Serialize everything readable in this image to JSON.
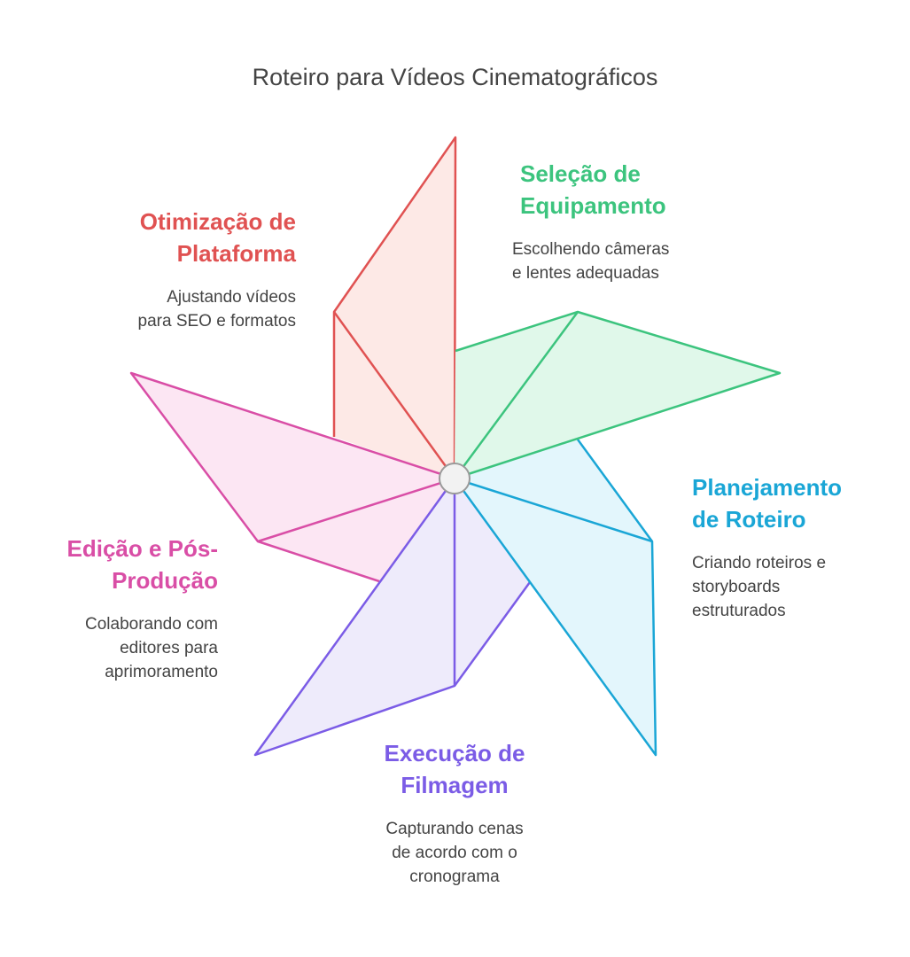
{
  "title": "Roteiro para Vídeos Cinematográficos",
  "steps": [
    {
      "title_line1": "Seleção de",
      "title_line2": "Equipamento",
      "desc_line1": "Escolhendo câmeras",
      "desc_line2": "e lentes adequadas",
      "desc_line3": "",
      "color": "#3cc47e",
      "fill": "#e0f8ea"
    },
    {
      "title_line1": "Planejamento",
      "title_line2": "de Roteiro",
      "desc_line1": "Criando roteiros e",
      "desc_line2": "storyboards",
      "desc_line3": "estruturados",
      "color": "#1aa6d6",
      "fill": "#e3f6fc"
    },
    {
      "title_line1": "Execução de",
      "title_line2": "Filmagem",
      "desc_line1": "Capturando cenas",
      "desc_line2": "de acordo com o",
      "desc_line3": "cronograma",
      "color": "#7b5ce6",
      "fill": "#eeebfb"
    },
    {
      "title_line1": "Edição e Pós-",
      "title_line2": "Produção",
      "desc_line1": "Colaborando com",
      "desc_line2": "editores para",
      "desc_line3": "aprimoramento",
      "color": "#d94ea6",
      "fill": "#fce6f3"
    },
    {
      "title_line1": "Otimização de",
      "title_line2": "Plataforma",
      "desc_line1": "Ajustando vídeos",
      "desc_line2": "para SEO e formatos",
      "desc_line3": "",
      "color": "#e05252",
      "fill": "#fde9e6"
    }
  ],
  "hub": {
    "fill": "#f2f2f2",
    "stroke": "#9a9a9a"
  }
}
